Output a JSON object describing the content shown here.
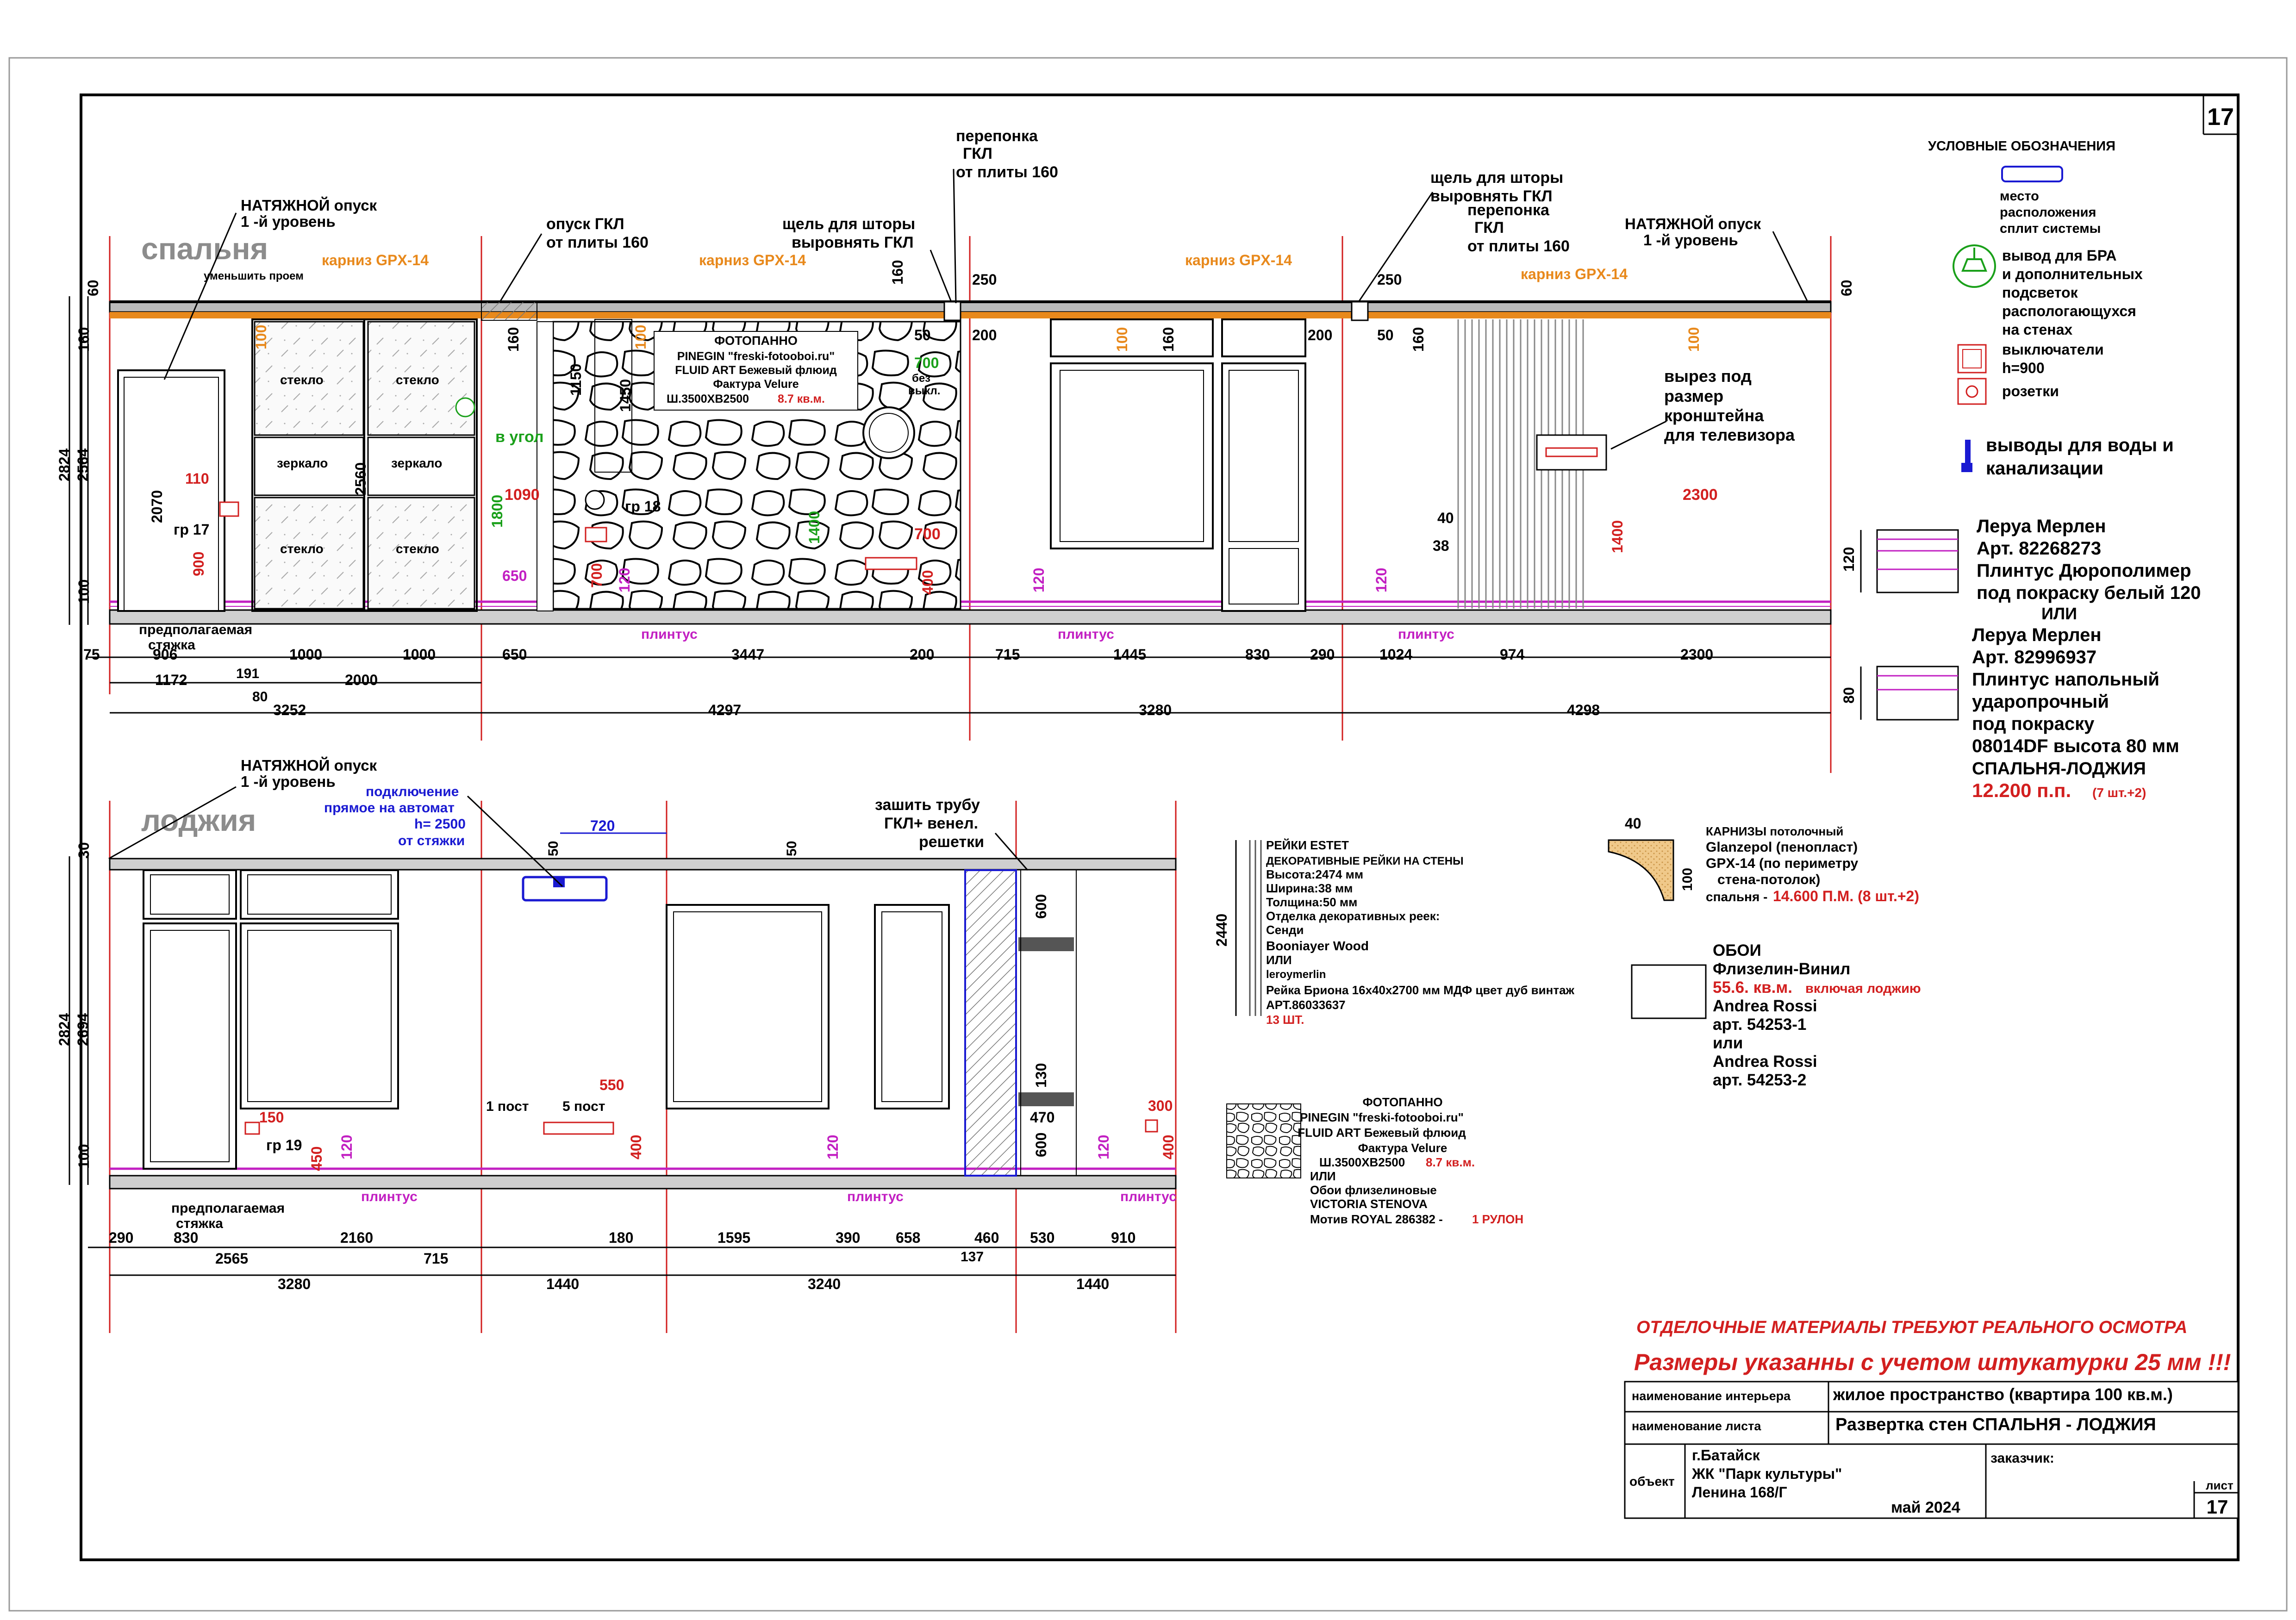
{
  "sheet": {
    "bedroom_title": "спальня",
    "loggia_title": "лоджия"
  },
  "bedroom": {
    "callouts": {
      "stretch1": "НАТЯЖНОЙ опуск",
      "stretch1b": "1 -й уровень",
      "reduce": "уменьшить проем",
      "gkl_drop": "опуск ГКЛ",
      "gkl_drop_b": "от плиты 160",
      "curtain_gap": "щель для шторы",
      "curtain_gap_b": "выровнять ГКЛ",
      "partition": "перепонка",
      "partition_b": "ГКЛ",
      "partition_c": "от плиты 160",
      "curtain_gap2": "щель для шторы",
      "curtain_gap2_b": "выровнять ГКЛ",
      "partition2": "перепонка",
      "partition2_b": "ГКЛ",
      "partition2_c": "от плиты 160",
      "stretch2": "НАТЯЖНОЙ опуск",
      "stretch2b": "1 -й уровень",
      "cornice": "карниз GPX-14",
      "screed": "предполагаемая",
      "screed_b": "стяжка",
      "tv_cut": "вырез под",
      "tv_cut_b": "размер",
      "tv_cut_c": "кронштейна",
      "tv_cut_d": "для телевизора",
      "in_corner": "в угол",
      "no_switch": "без",
      "no_switch_b": "выкл.",
      "plinth": "плинтус"
    },
    "panel": {
      "l1": "ФОТОПАННО",
      "l2": "PINEGIN  \"freski-fotooboi.ru\"",
      "l3": "FLUID ART Бежевый флюид",
      "l4": "Фактура Velure",
      "l5": "Ш.3500ХВ2500",
      "l5r": "8.7 кв.м."
    },
    "glass": [
      "стекло",
      "стекло",
      "зеркало",
      "зеркало",
      "стекло",
      "стекло"
    ],
    "groups": [
      "гр 17",
      "гр 18"
    ],
    "dims_black": [
      "60",
      "160",
      "2824",
      "2564",
      "100",
      "2070",
      "2560",
      "160",
      "1150",
      "1450",
      "700",
      "160",
      "250",
      "50",
      "200",
      "160",
      "200",
      "250",
      "50",
      "160",
      "60",
      "40",
      "38"
    ],
    "dims_red": [
      "110",
      "900",
      "1090",
      "700",
      "700",
      "400",
      "1400"
    ],
    "dims_orange": [
      "100",
      "100",
      "100",
      "100"
    ],
    "dims_green": [
      "1800",
      "700",
      "1400"
    ],
    "dims_mag": [
      "650",
      "120",
      "120",
      "120"
    ],
    "row1": [
      "75",
      "906",
      "1000",
      "1000",
      "650",
      "3447",
      "200",
      "715",
      "1445",
      "830",
      "290",
      "1024",
      "974",
      "2300"
    ],
    "row2": [
      "1172",
      "191",
      "2000"
    ],
    "row3": [
      "80"
    ],
    "row4": [
      "3252",
      "4297",
      "3280",
      "4298"
    ],
    "d_2300": "2300"
  },
  "loggia": {
    "callouts": {
      "stretch": "НАТЯЖНОЙ опуск",
      "stretch_b": "1 -й уровень",
      "conn": "подключение",
      "conn_b": "прямое на автомат",
      "conn_c": "h= 2500",
      "conn_d": "от стяжки",
      "pipe": "зашить трубу",
      "pipe_b": "ГКЛ+ венел.",
      "pipe_c": "решетки",
      "screed": "предполагаемая",
      "screed_b": "стяжка",
      "post1": "1 пост",
      "post5": "5 пост",
      "plinth": "плинтус",
      "gr19": "гр 19"
    },
    "dims_black": [
      "30",
      "2824",
      "2694",
      "100",
      "50",
      "50",
      "600",
      "130",
      "470",
      "600"
    ],
    "dims_blue": [
      "720"
    ],
    "dims_red": [
      "150",
      "450",
      "550",
      "400",
      "300",
      "400"
    ],
    "dims_mag": [
      "120",
      "120",
      "120"
    ],
    "row1": [
      "290",
      "830",
      "2160",
      "180",
      "1595",
      "390",
      "658",
      "460",
      "530",
      "910"
    ],
    "row2": [
      "2565",
      "715",
      "137"
    ],
    "row3": [
      "3280",
      "1440",
      "3240",
      "1440"
    ]
  },
  "legend": {
    "title": "УСЛОВНЫЕ ОБОЗНАЧЕНИЯ",
    "ac": [
      "место",
      "расположения",
      "сплит системы"
    ],
    "bra": [
      "вывод для БРА",
      "и дополнительных",
      "подсветок",
      "распологающухся",
      "на стенах"
    ],
    "switch": [
      "выключатели",
      "h=900"
    ],
    "socket": "розетки",
    "water": [
      "выводы для воды и",
      "канализации"
    ]
  },
  "plinth_spec": {
    "lines": [
      "Леруа Мерлен",
      "Арт. 82268273",
      "Плинтус  Дюрополимер",
      "под покраску белый 120",
      "ИЛИ",
      "Леруа Мерлен",
      "Арт. 82996937",
      "Плинтус напольный",
      "ударопрочный",
      "под покраску",
      "08014DF высота 80 мм",
      "СПАЛЬНЯ-ЛОДЖИЯ"
    ],
    "total": "12.200 п.п.",
    "total_note": "(7 шт.+2)",
    "h120": "120",
    "h80": "80"
  },
  "slats": {
    "h": "2440",
    "lines": [
      "РЕЙКИ ESTET",
      "ДЕКОРАТИВНЫЕ РЕЙКИ НА СТЕНЫ",
      "Высота:2474 мм",
      "Ширина:38 мм",
      "Толщина:50 мм",
      "Отделка декоративных реек:",
      "Сенди",
      "Booniayer Wood",
      "ИЛИ",
      "leroymerlin",
      "Рейка Бриона 16х40х2700 мм МДФ цвет дуб винтаж",
      "АРТ.86033637"
    ],
    "count": "13 ШТ."
  },
  "cornice_spec": {
    "w": "40",
    "h": "100",
    "l1": "КАРНИЗЫ потолочный",
    "l2": "Glanzepol (пенопласт)",
    "l3": "GPX-14  (по периметру",
    "l4": "стена-потолок)",
    "l5": "спальня -",
    "l5r": "14.600 П.М. (8 шт.+2)"
  },
  "wallpaper": {
    "l1": "ОБОИ",
    "l2": "Флизелин-Винил",
    "l3": "55.6. кв.м.",
    "l3b": "включая лоджию",
    "l4": "Andrea Rossi",
    "l5": "арт. 54253-1",
    "l6": "или",
    "l7": "Andrea Rossi",
    "l8": "арт. 54253-2"
  },
  "photopanel2": {
    "l1": "ФОТОПАННО",
    "l2": "PINEGIN  \"freski-fotooboi.ru\"",
    "l3": "FLUID ART Бежевый флюид",
    "l4": "Фактура Velure",
    "l5": "Ш.3500ХВ2500",
    "l5r": "8.7 кв.м.",
    "l6": "ИЛИ",
    "l7": "Обои флизелиновые",
    "l8": "VICTORIA STENOVA",
    "l9": "Мотив ROYAL 286382 -",
    "l9r": "1 РУЛОН"
  },
  "notes": {
    "n1": "ОТДЕЛОЧНЫЕ МАТЕРИАЛЫ ТРЕБУЮТ РЕАЛЬНОГО ОСМОТРА",
    "n2": "Размеры указанны  с учетом штукатурки 25 мм !!!"
  },
  "stamp": {
    "interior_label": "наименование интерьера",
    "interior_value": "жилое пространство (квартира 100 кв.м.)",
    "sheet_label": "наименование листа",
    "sheet_value": "Развертка стен СПАЛЬНЯ - ЛОДЖИЯ",
    "object_label": "объект",
    "object_l1": "г.Батайск",
    "object_l2": "ЖК \"Парк культуры\"",
    "object_l3": "Ленина 168/Г",
    "customer_label": "заказчик:",
    "date": "май 2024",
    "sheet_no_label": "лист",
    "sheet_no": "17",
    "corner_no": "17"
  },
  "colors": {
    "red": "#d21f1f",
    "orange": "#e8891c",
    "green": "#1aa01a",
    "magenta": "#c21fc2",
    "blue": "#1a1ad2"
  }
}
